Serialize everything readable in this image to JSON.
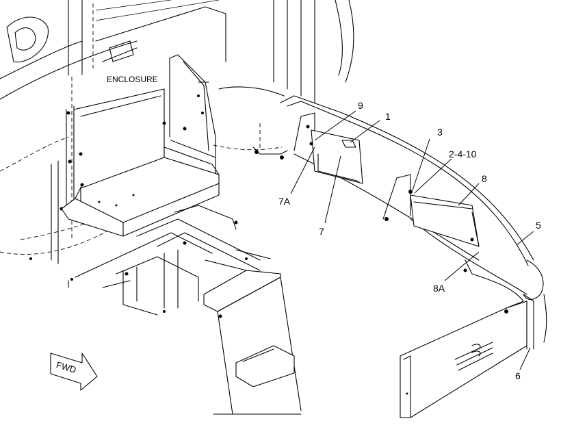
{
  "labels": {
    "enclosure": "ENCLOSURE",
    "fwd": "FWD",
    "c9": "9",
    "c1": "1",
    "c3": "3",
    "c2410": "2-4-10",
    "c8": "8",
    "c5": "5",
    "c7a": "7A",
    "c7": "7",
    "c8a": "8A",
    "c6": "6"
  }
}
